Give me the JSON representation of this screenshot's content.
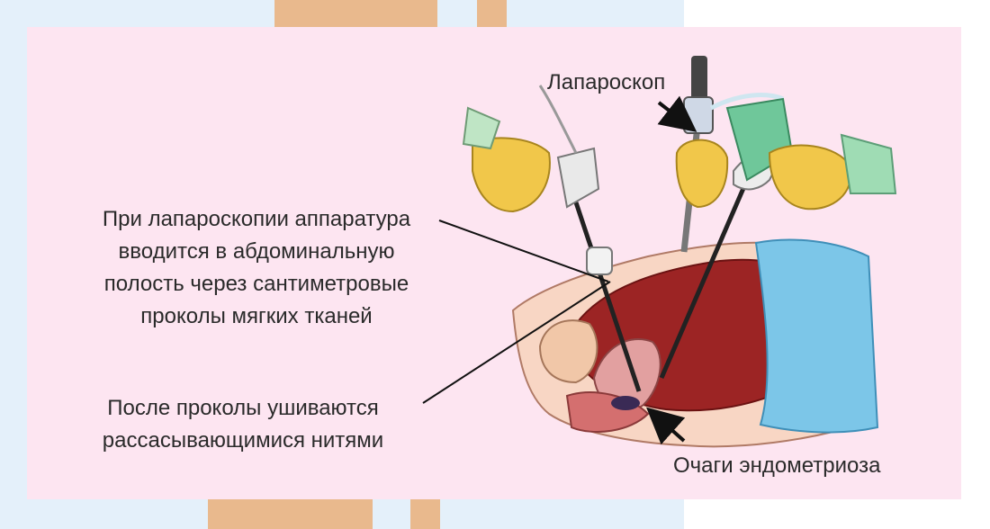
{
  "labels": {
    "laparoscope": "Лапароскоп",
    "intro": "При лапароскопии аппаратура\nвводится в абдоминальную\nполость через сантиметровые\nпроколы мягких тканей",
    "sutures": "После проколы ушиваются\nрассасывающимися нитями",
    "foci": "Очаги эндометриоза"
  },
  "colors": {
    "card_background": "#fde5f1",
    "accent_tan": "#e9b98d",
    "accent_blue": "#e4f0fa"
  }
}
